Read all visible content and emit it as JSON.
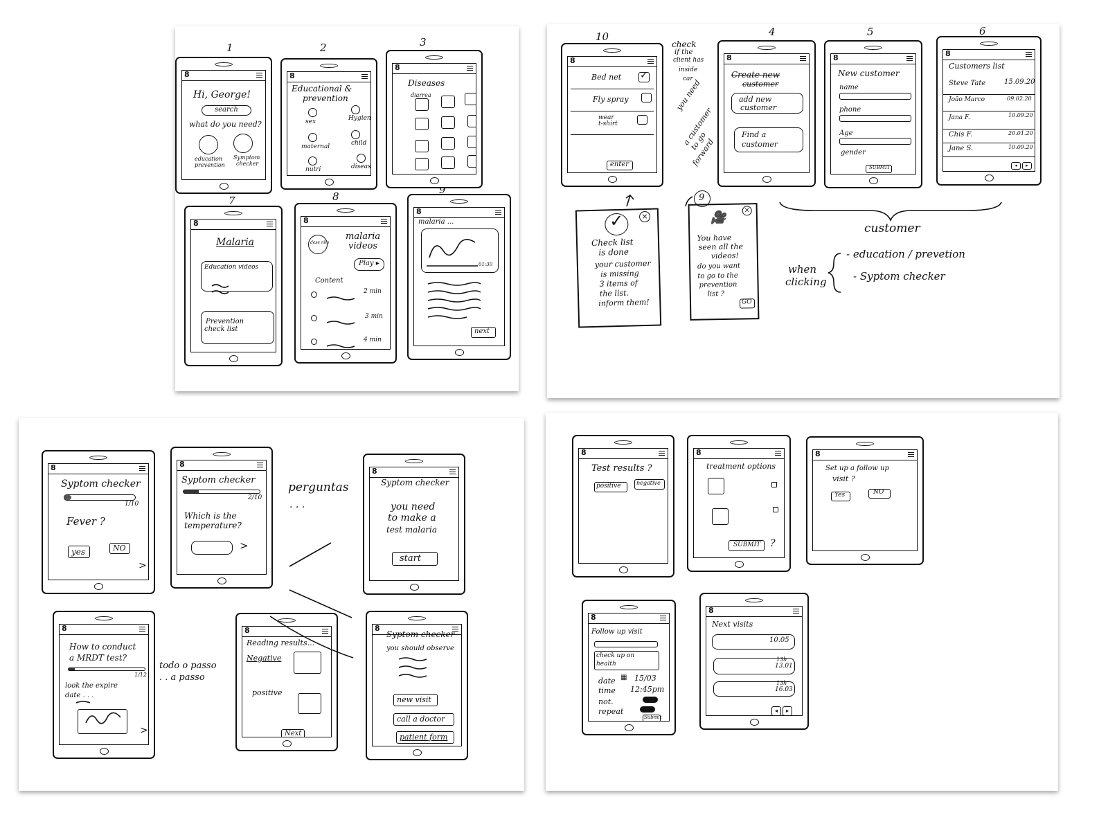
{
  "nums": {
    "n1": "1",
    "n2": "2",
    "n3": "3",
    "n10": "10",
    "n4": "4",
    "n5": "5",
    "n6": "6",
    "n7": "7",
    "n8": "8",
    "n9": "9",
    "n9c": "9"
  },
  "s1": {
    "greet": "Hi, George!",
    "search": "search",
    "ask": "what do you need?",
    "b1a": "education",
    "b1b": "prevention",
    "b2a": "Symptom",
    "b2b": "checker"
  },
  "s2": {
    "title1": "Educational &",
    "title2": "prevention",
    "i1": "sex",
    "i2": "Hygiene",
    "i3": "maternal",
    "i4": "child",
    "i5": "nutri",
    "i6": "diseases"
  },
  "s3": {
    "title": "Diseases",
    "first": "diarrea"
  },
  "s7": {
    "title": "Malaria",
    "c1": "Education videos",
    "c2a": "Prevention",
    "c2b": "check list"
  },
  "s8": {
    "title1": "malaria",
    "title2": "videos",
    "badge": "dese nho",
    "play": "Play ▸",
    "content": "Content",
    "d1": "2 min",
    "d2": "3 min",
    "d3": "4 min"
  },
  "s9": {
    "title": "malaria ...",
    "time": "01:30",
    "next": "next"
  },
  "s10": {
    "r1": "Bed net",
    "r2": "Fly spray",
    "r3a": "wear",
    "r3b": "t-shirt",
    "enter": "enter",
    "note1": "check",
    "note2": "if the",
    "note3": "client has",
    "note4": "inside",
    "note5": "car"
  },
  "s4": {
    "title1": "Create new",
    "title2": "customer",
    "add1": "add new",
    "add2": "customer",
    "find1": "Find a",
    "find2": "customer",
    "side1": "you need",
    "side2": "a customer",
    "side3": "to go",
    "side4": "forward"
  },
  "s5": {
    "title": "New customer",
    "f1": "name",
    "f2": "phone",
    "f3": "Age",
    "f4": "gender",
    "submit": "SUBMIT"
  },
  "s6": {
    "title": "Customers list",
    "rows": [
      {
        "name": "Steve Tate",
        "date": "15.09.20"
      },
      {
        "name": "João Marco",
        "date": "09.02.20"
      },
      {
        "name": "Jana F.",
        "date": "10.09.20"
      },
      {
        "name": "Chis F.",
        "date": "20.01.20"
      },
      {
        "name": "Jane S.",
        "date": "10.09.20"
      }
    ]
  },
  "p1": {
    "l1": "Check list",
    "l2": "is done",
    "l3": "your customer",
    "l4": "is missing",
    "l5": "3 items of",
    "l6": "the list.",
    "l7": "inform them!"
  },
  "p2": {
    "l1": "You have",
    "l2": "seen all the",
    "l3": "videos!",
    "l4": "do you want",
    "l5": "to go to the",
    "l6": "prevention",
    "l7": "list ?",
    "go": "GO"
  },
  "annot": {
    "title": "customer",
    "when1": "when",
    "when2": "clicking",
    "opt1": "- education / prevetion",
    "opt2": "- Syptom checker"
  },
  "b1": {
    "title": "Syptom checker",
    "prog": "1/10",
    "q": "Fever ?",
    "yes": "yes",
    "no": "NO"
  },
  "b2": {
    "title": "Syptom checker",
    "prog": "2/10",
    "q1": "Which is the",
    "q2": "temperature?"
  },
  "perg": "perguntas",
  "dots": ". . .",
  "b3": {
    "title": "Syptom checker",
    "l1": "you need",
    "l2": "to make a",
    "l3": "test malaria",
    "start": "start"
  },
  "b4": {
    "title1": "How to conduct",
    "title2": "a MRDT test?",
    "prog": "1/12",
    "s1": "look the expire",
    "s2": "date . . ."
  },
  "passo": {
    "l1": "todo o passo",
    "l2": ". . a passo"
  },
  "b5": {
    "title": "Reading results...",
    "neg": "Negative",
    "pos": "positive",
    "next": "Next"
  },
  "b6": {
    "title": "Syptom checker",
    "obs": "you should observe",
    "nv": "new visit",
    "cd": "call a doctor",
    "pf": "patient form"
  },
  "r1": {
    "title": "Test results ?",
    "pos": "positive",
    "neg": "negative"
  },
  "r2": {
    "title": "treatment options",
    "submit": "SUBMIT",
    "q": "?"
  },
  "r3": {
    "t1": "Set up a follow up",
    "t2": "visit ?",
    "yes": "Yes",
    "no": "NO"
  },
  "r4": {
    "title": "Follow up visit",
    "note1": "check up on",
    "note2": "health",
    "date": "date",
    "dv": "15/03",
    "time": "time",
    "tv": "12:45pm",
    "notl": "not.",
    "rep": "repeat",
    "submit": "Submit"
  },
  "r5": {
    "title": "Next visits",
    "v1": "10.05",
    "v2a": "13h",
    "v2b": "13.01",
    "v3a": "13h",
    "v3b": "16.03"
  }
}
